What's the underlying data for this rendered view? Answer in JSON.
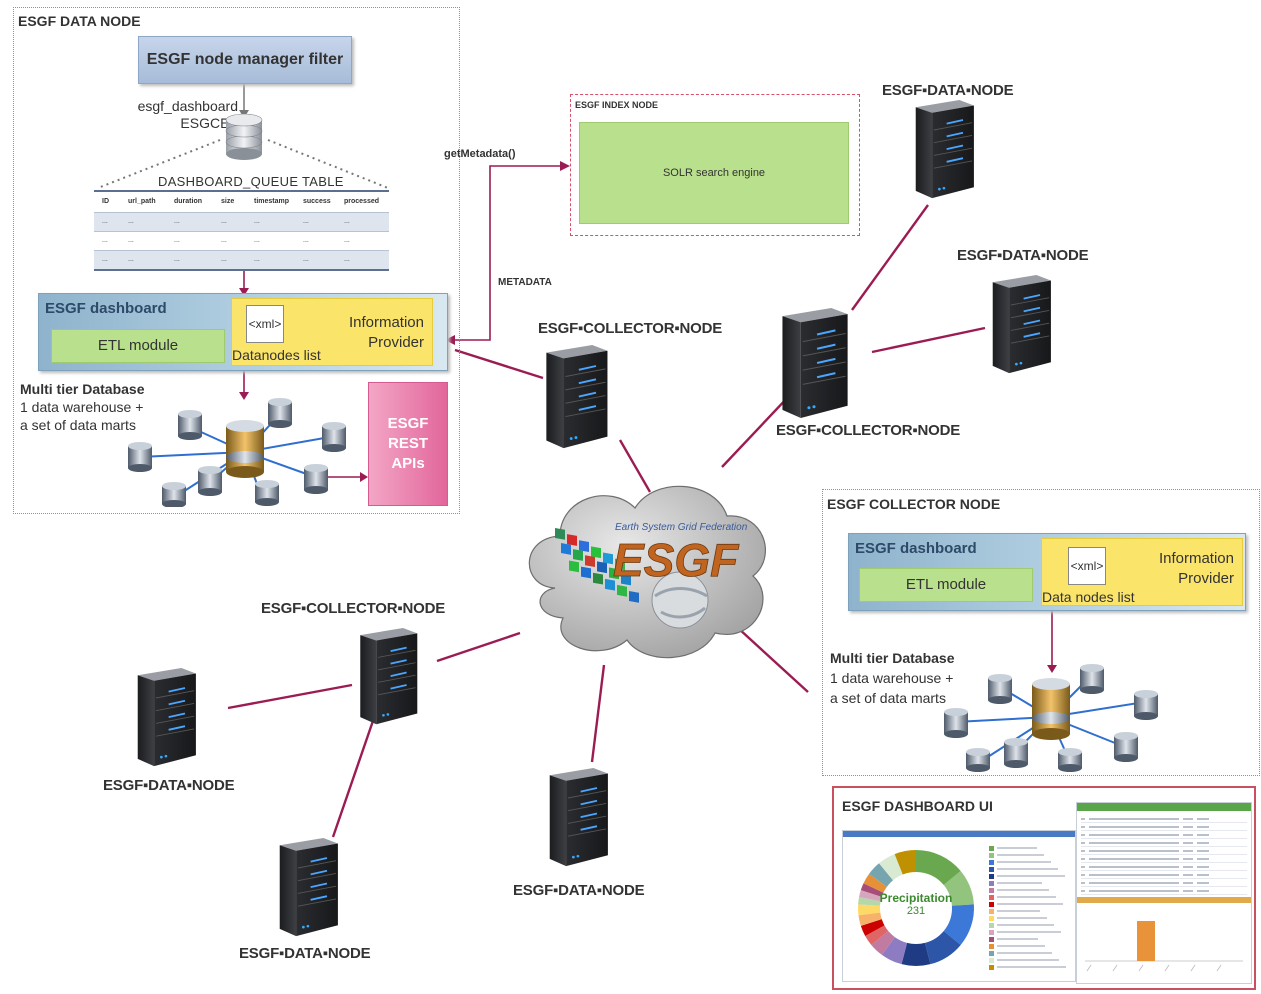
{
  "data_node_panel": {
    "title": "ESGF DATA NODE",
    "node_manager": "ESGF node manager filter",
    "db_label_line1": "esgf_dashboard",
    "db_label_line2": "ESGCET",
    "queue_table_title": "DASHBOARD_QUEUE TABLE",
    "table_headers": [
      "ID",
      "url_path",
      "duration",
      "size",
      "timestamp",
      "success",
      "processed"
    ],
    "table_rows": [
      [
        "...",
        "...",
        "...",
        "...",
        "...",
        "...",
        "..."
      ],
      [
        "...",
        "...",
        "...",
        "...",
        "...",
        "...",
        "..."
      ],
      [
        "...",
        "...",
        "...",
        "...",
        "...",
        "...",
        "..."
      ]
    ],
    "dashboard_title": "ESGF dashboard",
    "etl_module": "ETL module",
    "xml_tag": "<xml>",
    "datanodes_list": "Datanodes list",
    "info_provider_line1": "Information",
    "info_provider_line2": "Provider",
    "multi_tier_title": "Multi tier Database",
    "multi_tier_line1": "1 data warehouse +",
    "multi_tier_line2": "a set of data marts",
    "rest_apis_line1": "ESGF",
    "rest_apis_line2": "REST",
    "rest_apis_line3": "APIs"
  },
  "index_node": {
    "title": "ESGF INDEX NODE",
    "solr": "SOLR search engine",
    "get_metadata": "getMetadata()",
    "metadata": "METADATA"
  },
  "labels": {
    "collector_top": "ESGF▪COLLECTOR▪NODE",
    "collector_right": "ESGF▪COLLECTOR▪NODE",
    "collector_left": "ESGF▪COLLECTOR▪NODE",
    "data_top_right": "ESGF▪DATA▪NODE",
    "data_right": "ESGF▪DATA▪NODE",
    "data_left": "ESGF▪DATA▪NODE",
    "data_bottom_left": "ESGF▪DATA▪NODE",
    "data_bottom_center": "ESGF▪DATA▪NODE"
  },
  "cloud": {
    "subtitle": "Earth System Grid Federation",
    "logo": "ESGF"
  },
  "collector_panel": {
    "title": "ESGF COLLECTOR NODE",
    "dashboard_title": "ESGF dashboard",
    "etl_module": "ETL module",
    "xml_tag": "<xml>",
    "data_nodes_list": "Data nodes list",
    "info_provider_line1": "Information",
    "info_provider_line2": "Provider",
    "multi_tier_title": "Multi tier Database",
    "multi_tier_line1": "1 data warehouse +",
    "multi_tier_line2": "a set of data marts"
  },
  "dashboard_ui": {
    "title": "ESGF DASHBOARD UI",
    "donut_label": "Precipitation",
    "donut_value": "231"
  },
  "colors": {
    "connector": "#9b1c53",
    "green": "#b9e08c",
    "yellow": "#fbe46a",
    "pink": "#e2669b",
    "index_border": "#d9506b"
  }
}
